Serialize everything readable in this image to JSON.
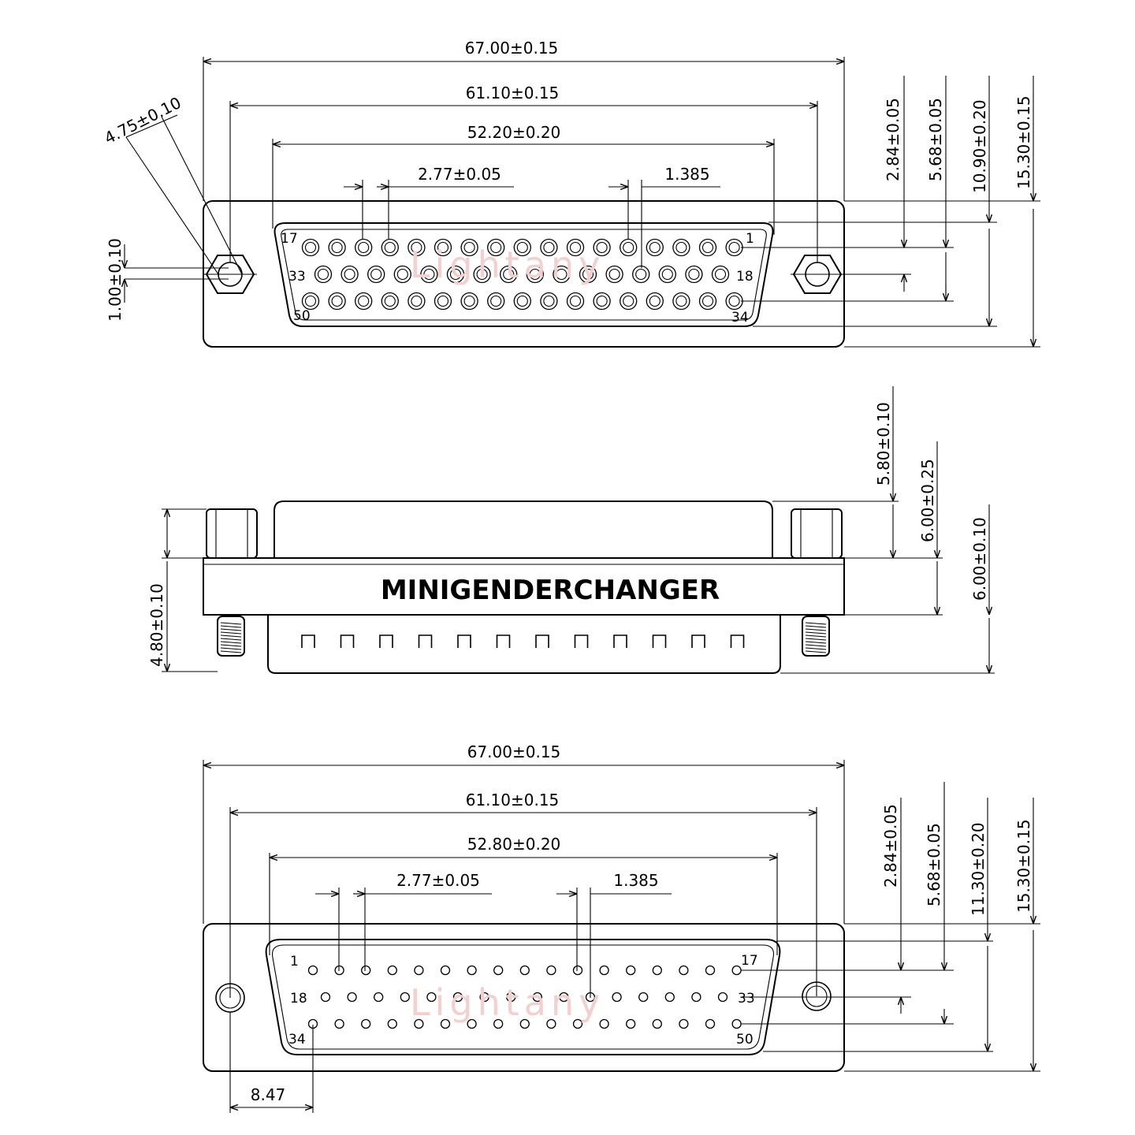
{
  "views": {
    "top": {
      "widths": [
        "67.00±0.15",
        "61.10±0.15",
        "52.20±0.20"
      ],
      "pitch": "2.77±0.05",
      "offset": "1.385",
      "heights": [
        "2.84±0.05",
        "5.68±0.05",
        "10.90±0.20",
        "15.30±0.15"
      ],
      "hole": "4.75±0.10",
      "hole_offset": "1.00±0.10",
      "pin_labels": {
        "r1_left": "17",
        "r1_right": "1",
        "r2_left": "33",
        "r2_right": "18",
        "r3_left": "50",
        "r3_right": "34"
      }
    },
    "side": {
      "heights": [
        "5.80±0.10",
        "6.00±0.25",
        "6.00±0.10"
      ],
      "left_height": "4.80±0.10",
      "brand": "MINIGENDERCHANGER"
    },
    "bottom": {
      "widths": [
        "67.00±0.15",
        "61.10±0.15",
        "52.80±0.20"
      ],
      "pitch": "2.77±0.05",
      "offset": "1.385",
      "heights": [
        "2.84±0.05",
        "5.68±0.05",
        "11.30±0.20",
        "15.30±0.15"
      ],
      "edge": "8.47",
      "pin_labels": {
        "r1_left": "1",
        "r1_right": "17",
        "r2_left": "18",
        "r2_right": "33",
        "r3_left": "34",
        "r3_right": "50"
      }
    }
  },
  "watermark": "Lightany"
}
